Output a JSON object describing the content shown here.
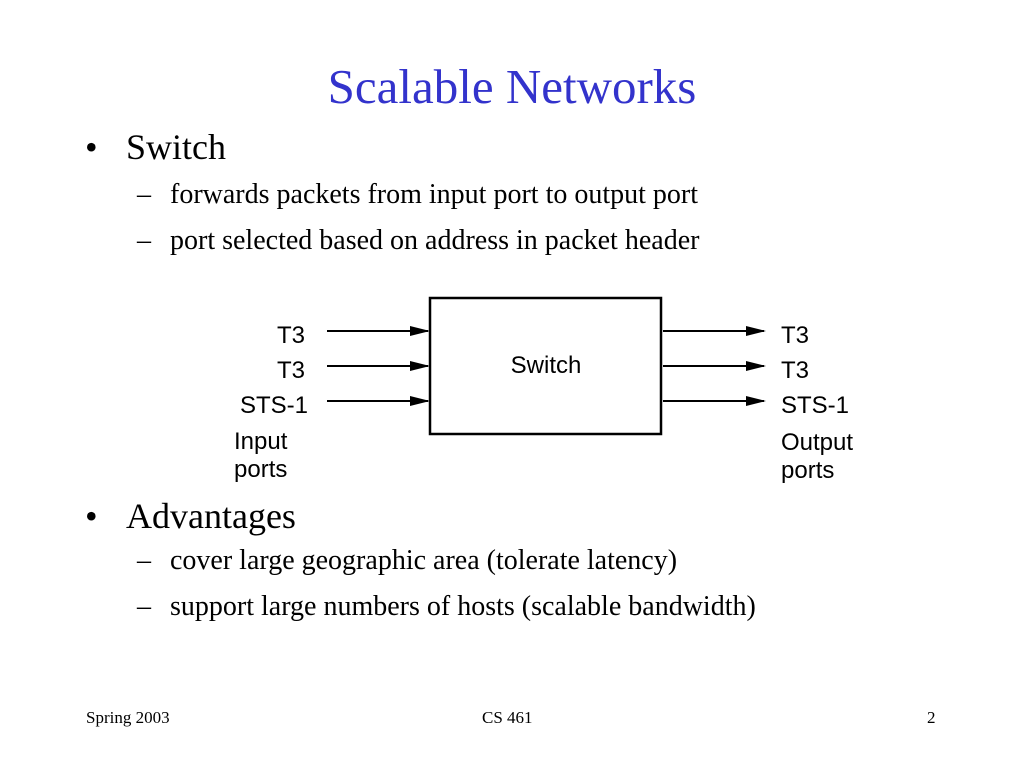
{
  "slide": {
    "title": "Scalable Networks",
    "accent_color": "#3333cc"
  },
  "bullets": [
    {
      "marker": "•",
      "text": "Switch",
      "subitems": [
        {
          "marker": "–",
          "text": "forwards packets from input port to output port"
        },
        {
          "marker": "–",
          "text": "port selected based on address in packet header"
        }
      ]
    },
    {
      "marker": "•",
      "text": "Advantages",
      "subitems": [
        {
          "marker": "–",
          "text": "cover large geographic area (tolerate latency)"
        },
        {
          "marker": "–",
          "text": "support large numbers of hosts (scalable bandwidth)"
        }
      ]
    }
  ],
  "diagram": {
    "box_label": "Switch",
    "inputs": [
      "T3",
      "T3",
      "STS-1"
    ],
    "outputs": [
      "T3",
      "T3",
      "STS-1"
    ],
    "input_caption": [
      "Input",
      "ports"
    ],
    "output_caption": [
      "Output",
      "ports"
    ]
  },
  "footer": {
    "left": "Spring 2003",
    "center": "CS 461",
    "right": "2"
  }
}
